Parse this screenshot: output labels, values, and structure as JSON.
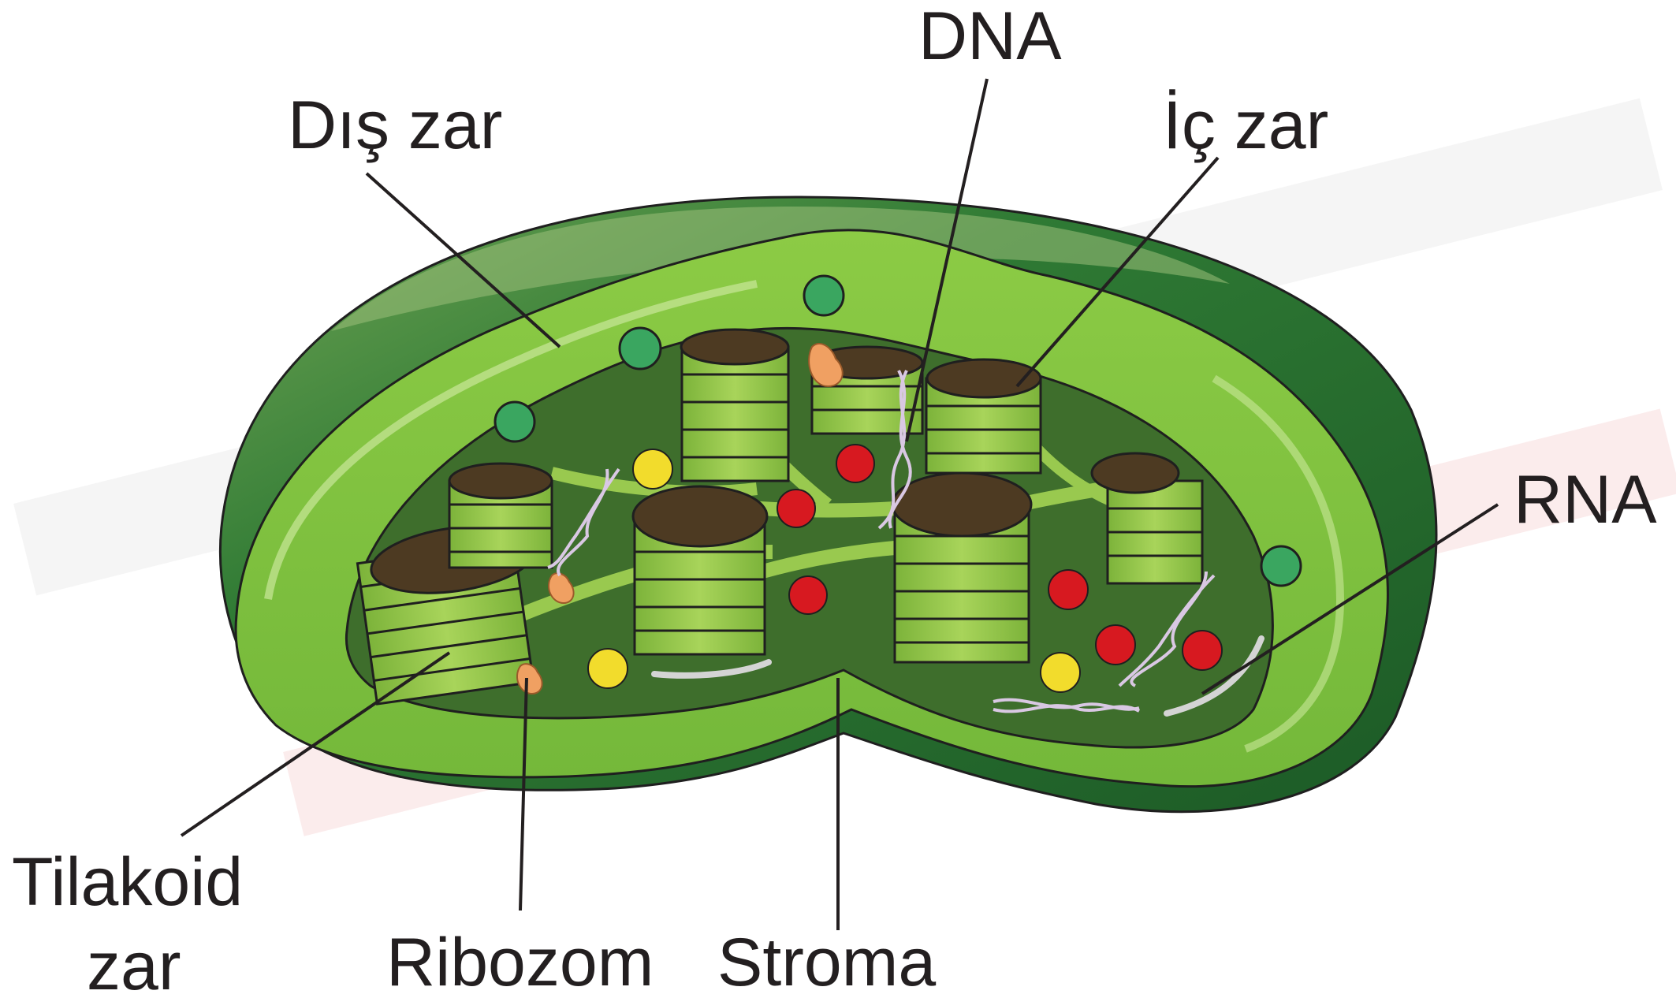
{
  "labels": {
    "dis_zar": "Dış zar",
    "dna": "DNA",
    "ic_zar": "İç zar",
    "rna": "RNA",
    "tilakoid_zar_line1": "Tilakoid",
    "tilakoid_zar_line2": "zar",
    "ribozom": "Ribozom",
    "stroma": "Stroma"
  },
  "colors": {
    "outer_membrane": "#2f7a34",
    "outer_membrane_dark": "#1c5a26",
    "inner_membrane": "#7fc241",
    "inner_membrane_light": "#a9d85e",
    "stroma": "#3e6e2c",
    "thylakoid": "#99c94f",
    "thylakoid_edge": "#1f1f1f",
    "lumen": "#4d3a22",
    "ribosome": "#f0a062",
    "green_granule": "#3aa660",
    "red_granule": "#d71920",
    "yellow_granule": "#f2dc2c",
    "dna_strand": "#d9c8e3",
    "leader_line": "#231f20"
  }
}
